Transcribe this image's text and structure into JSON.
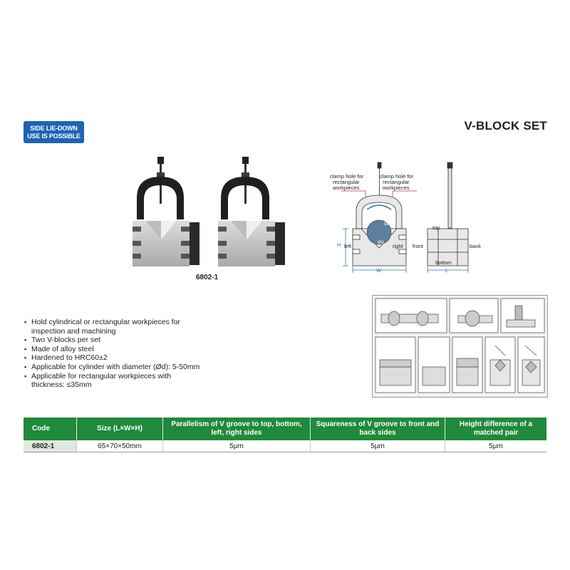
{
  "badge": {
    "line1": "SIDE LIE-DOWN",
    "line2": "USE IS POSSIBLE",
    "color": "#1e64b4"
  },
  "title": "V-BLOCK SET",
  "photo": {
    "model": "6802-1"
  },
  "diagram": {
    "clamp_hole_left": [
      "clamp hole for",
      "rectangular",
      "workpieces"
    ],
    "clamp_hole_right": [
      "clamp hole for",
      "rectangular",
      "workpieces"
    ],
    "left": "left",
    "right": "right",
    "w": "W",
    "h": "H",
    "d1": "Ød",
    "d2": "Ød",
    "top": "top",
    "front": "front",
    "back": "back",
    "bottom": "bottom",
    "l": "L"
  },
  "features": [
    "Hold cylindrical or rectangular workpieces for",
    "inspection and machining",
    "Two V-blocks per set",
    "Made of alloy steel",
    "Hardened to HRC60±2",
    "Applicable for cylinder with diameter (Ød): 5-50mm",
    "Applicable for rectangular workpieces with",
    "thickness: ≤35mm"
  ],
  "table": {
    "header_color": "#1f8a3b",
    "headers": [
      "Code",
      "Size (L×W×H)",
      "Parallelism of V groove to top, bottom, left, right sides",
      "Squareness of V groove to front and back sides",
      "Height difference of a matched pair"
    ],
    "rows": [
      [
        "6802-1",
        "65×70×50mm",
        "5μm",
        "5μm",
        "5μm"
      ]
    ]
  }
}
